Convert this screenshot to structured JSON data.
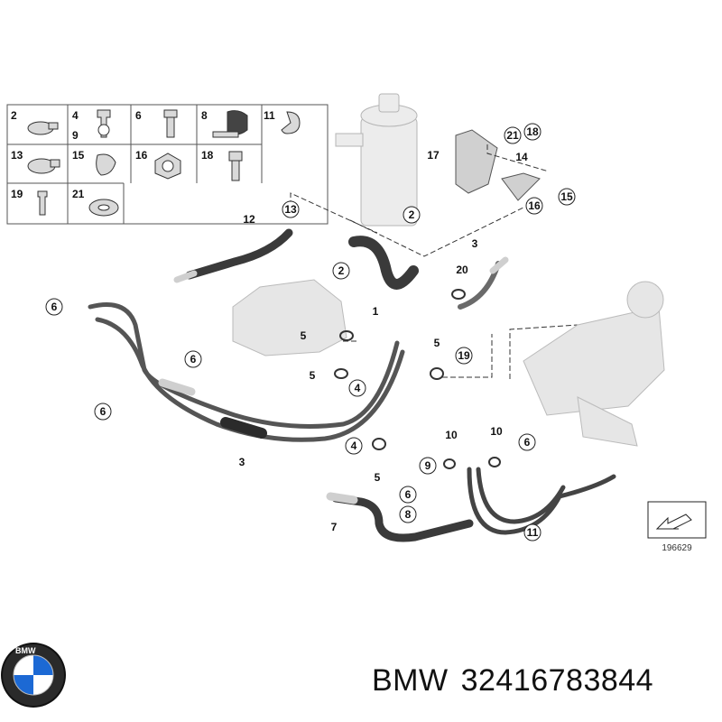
{
  "parts_table": [
    {
      "label": "2"
    },
    {
      "label": "4"
    },
    {
      "label": "9"
    },
    {
      "label": "6"
    },
    {
      "label": "8"
    },
    {
      "label": "11"
    },
    {
      "label": "13"
    },
    {
      "label": "15"
    },
    {
      "label": "16"
    },
    {
      "label": "18"
    },
    {
      "label": "19"
    },
    {
      "label": "21"
    }
  ],
  "callouts": {
    "c1": "1",
    "c2a": "2",
    "c2b": "2",
    "c3a": "3",
    "c3b": "3",
    "c4a": "4",
    "c4b": "4",
    "c5a": "5",
    "c5b": "5",
    "c5c": "5",
    "c5d": "5",
    "c6a": "6",
    "c6b": "6",
    "c6c": "6",
    "c6d": "6",
    "c6e": "6",
    "c7": "7",
    "c8": "8",
    "c9": "9",
    "c10a": "10",
    "c10b": "10",
    "c11": "11",
    "c12": "12",
    "c13": "13",
    "c14": "14",
    "c15": "15",
    "c16": "16",
    "c17": "17",
    "c18": "18",
    "c19": "19",
    "c20": "20",
    "c21": "21"
  },
  "diagram_number": "196629",
  "footer": {
    "brand": "BMW",
    "part_number": "32416783844",
    "logo_letters": "BMW"
  },
  "colors": {
    "hose_dark": "#3a3a3a",
    "part_gray": "#d9d9d9",
    "line": "#222222",
    "bmw_blue": "#1c69d4"
  }
}
